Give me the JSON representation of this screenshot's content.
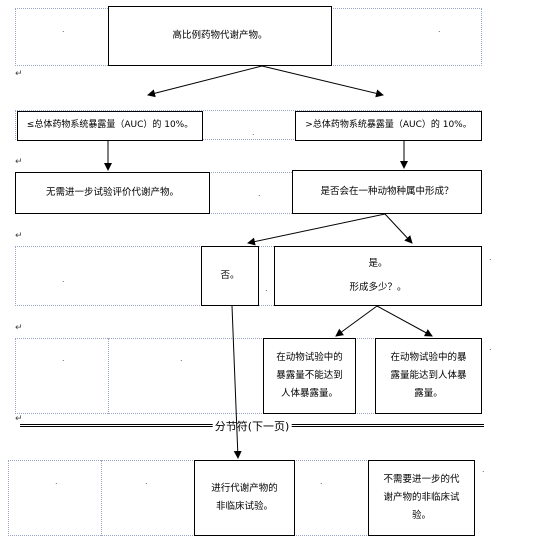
{
  "nodes": {
    "top": "高比例药物代谢产物。",
    "left1": "≤总体药物系统暴露量（AUC）的 10%。",
    "right1": ">总体药物系统暴露量（AUC）的 10%。",
    "no_eval": "无需进一步试验评价代谢产物。",
    "question": "是否会在一种动物种属中形成？",
    "no": "否。",
    "yes": "是。",
    "how_much": "形成多少？。",
    "not_reach_1": "在动物试验中的",
    "not_reach_2": "暴露量不能达到",
    "not_reach_3": "人体暴露量。",
    "reach_1": "在动物试验中的暴",
    "reach_2": "露量能达到人体暴",
    "reach_3": "露量。",
    "do_nonclinical_1": "进行代谢产物的",
    "do_nonclinical_2": "非临床试验。",
    "no_further_1": "不需要进一步的代",
    "no_further_2": "谢产物的非临床试",
    "no_further_3": "验。"
  },
  "section_break_label": "分节符(下一页)",
  "cell_marker": ".",
  "paragraph_marker": "↵"
}
